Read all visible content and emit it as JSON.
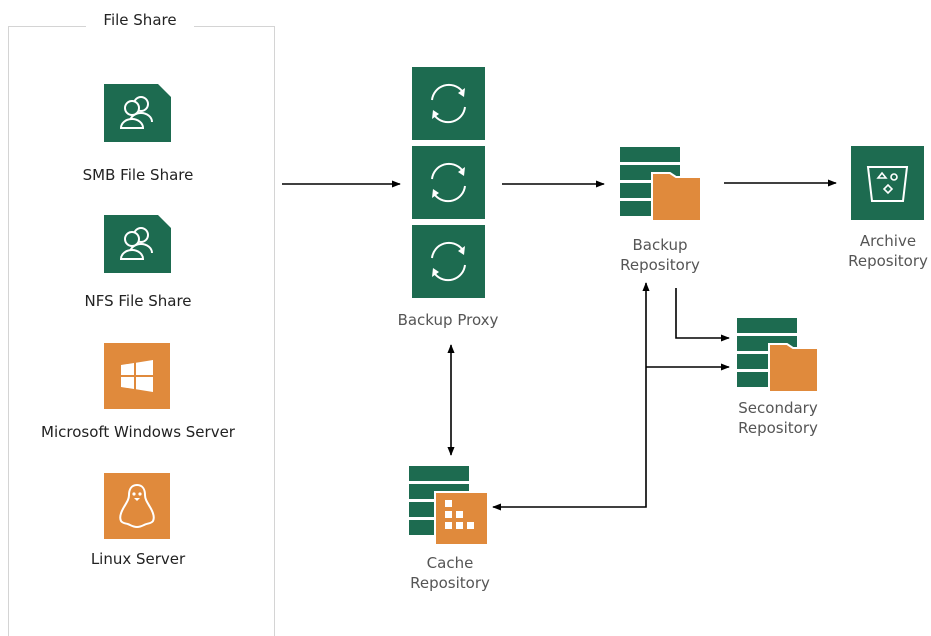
{
  "panel": {
    "title": "File Share"
  },
  "sources": {
    "smb": "SMB File Share",
    "nfs": "NFS File Share",
    "windows": "Microsoft Windows Server",
    "linux": "Linux Server"
  },
  "nodes": {
    "proxy": "Backup Proxy",
    "backup_repo_line1": "Backup",
    "backup_repo_line2": "Repository",
    "archive_line1": "Archive",
    "archive_line2": "Repository",
    "secondary_line1": "Secondary",
    "secondary_line2": "Repository",
    "cache_line1": "Cache",
    "cache_line2": "Repository"
  },
  "colors": {
    "green": "#1d6b50",
    "orange": "#e08a3c",
    "line": "#000000"
  },
  "icons": {
    "smb": "users-icon",
    "nfs": "users-icon",
    "windows": "windows-logo-icon",
    "linux": "tux-icon",
    "proxy": "sync-icon",
    "repository": "repository-folder-icon",
    "archive": "archive-bucket-icon",
    "cache": "cache-grid-icon"
  }
}
